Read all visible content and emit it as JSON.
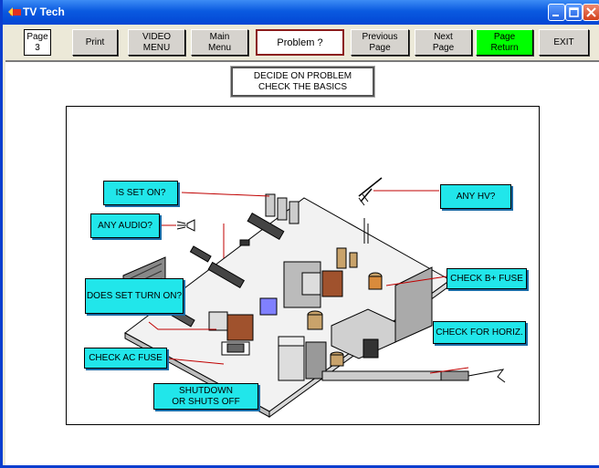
{
  "window": {
    "title": "TV Tech"
  },
  "toolbar": {
    "page_label": "Page\n3",
    "print": "Print",
    "video_menu": "VIDEO\nMENU",
    "main_menu": "Main\nMenu",
    "problem": "Problem ?",
    "previous_page": "Previous\nPage",
    "next_page": "Next\nPage",
    "page_return": "Page\nReturn",
    "exit": "EXIT"
  },
  "heading": "DECIDE ON PROBLEM\nCHECK THE BASICS",
  "labels": {
    "is_set_on": "IS SET ON?",
    "any_audio": "ANY AUDIO?",
    "does_set_turn_on": "DOES SET TURN ON?",
    "check_ac_fuse": "CHECK AC FUSE",
    "shutdown": "SHUTDOWN\nOR SHUTS OFF",
    "any_hv": "ANY HV?",
    "check_b_fuse": "CHECK B+ FUSE",
    "check_for_horiz": "CHECK FOR HORIZ."
  },
  "colors": {
    "label_bg": "#21e6ea",
    "page_return_bg": "#00ff00",
    "title_bar": "#0a5ae0"
  }
}
